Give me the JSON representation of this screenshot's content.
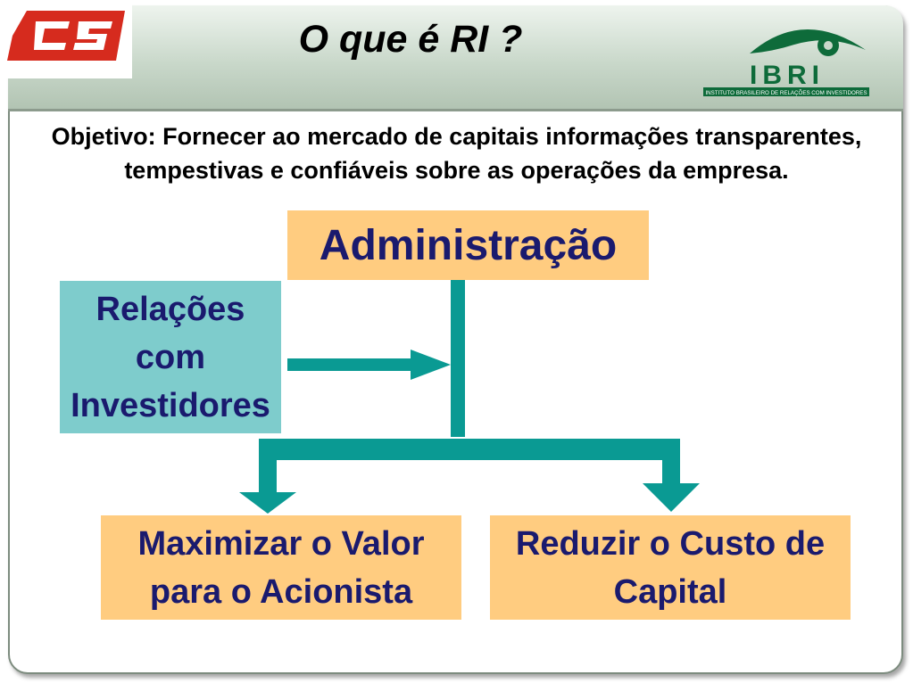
{
  "header": {
    "title": "O que é RI ?",
    "ibri_logo_text": "IBRI",
    "ibri_logo_subtitle": "INSTITUTO BRASILEIRO DE RELAÇÕES COM INVESTIDORES"
  },
  "objective": {
    "line1": "Objetivo: Fornecer ao mercado de capitais informações transparentes,",
    "line2": "tempestivas e confiáveis sobre as operações da empresa."
  },
  "diagram": {
    "admin": "Administração",
    "ri": {
      "line1": "Relações",
      "line2": "com",
      "line3": "Investidores"
    },
    "maximize": {
      "line1": "Maximizar o Valor",
      "line2": "para o Acionista"
    },
    "reduce": {
      "line1": "Reduzir o Custo de",
      "line2": "Capital"
    }
  },
  "colors": {
    "box_orange": "#ffcc80",
    "box_teal": "#7ecccc",
    "arrow_teal": "#0a9a93",
    "text_navy": "#1a1a6e",
    "logo_red": "#d62b1e"
  }
}
